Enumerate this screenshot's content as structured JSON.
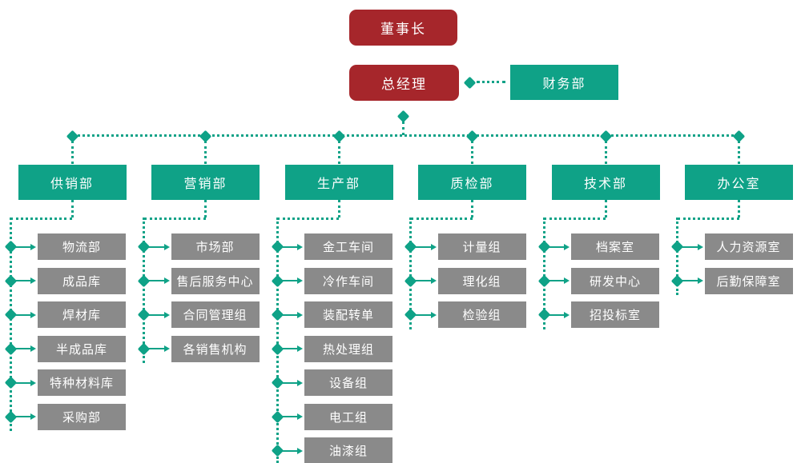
{
  "title": "company-org-chart",
  "palette": {
    "executive_red": "#A6262B",
    "department_teal": "#0FA287",
    "subunit_gray": "#8A8A8A",
    "node_text": "#FFFFFF"
  },
  "top": {
    "chairman": "董事长",
    "general_manager": "总经理",
    "finance_department": "财务部"
  },
  "departments": [
    {
      "label": "供销部",
      "children": [
        "物流部",
        "成品库",
        "焊材库",
        "半成品库",
        "特种材料库",
        "采购部"
      ]
    },
    {
      "label": "营销部",
      "children": [
        "市场部",
        "售后服务中心",
        "合同管理组",
        "各销售机构"
      ]
    },
    {
      "label": "生产部",
      "children": [
        "金工车间",
        "冷作车间",
        "装配转单",
        "热处理组",
        "设备组",
        "电工组",
        "油漆组"
      ]
    },
    {
      "label": "质检部",
      "children": [
        "计量组",
        "理化组",
        "检验组"
      ]
    },
    {
      "label": "技术部",
      "children": [
        "档案室",
        "研发中心",
        "招投标室"
      ]
    },
    {
      "label": "办公室",
      "children": [
        "人力资源室",
        "后勤保障室"
      ]
    }
  ]
}
